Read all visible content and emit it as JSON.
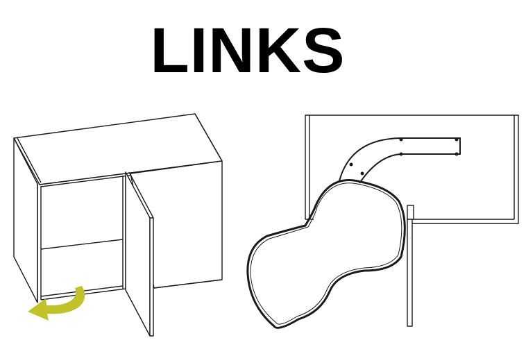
{
  "title": "LINKS",
  "colors": {
    "stroke": "#1a1a1a",
    "arrow": "#c1c12a",
    "background": "#ffffff"
  },
  "figures": [
    {
      "name": "corner-wall-cabinet-perspective",
      "description": "Corner wall cabinet with left-hinged door opened, green arrow indicating left swing"
    },
    {
      "name": "carousel-top-view",
      "description": "Top view of corner cabinet with kidney-shaped pull-out shelf swung out on curved rail"
    }
  ]
}
